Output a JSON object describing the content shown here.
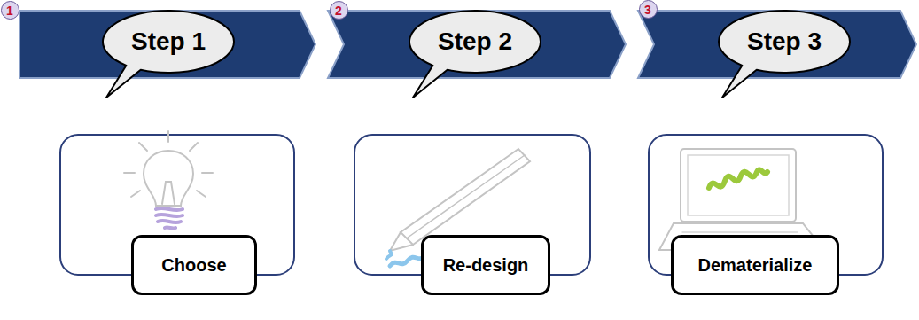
{
  "diagram": {
    "nodes": [
      {
        "text": [
          "1"
        ]
      },
      {
        "text": [
          "Step 1"
        ]
      },
      {
        "text": [
          "2"
        ]
      },
      {
        "text": [
          "Step 2"
        ]
      },
      {
        "text": [
          "3"
        ]
      },
      {
        "text": [
          "Step 3"
        ]
      },
      {
        "text": [
          "Choose"
        ]
      },
      {
        "text": [
          "Re-design"
        ]
      },
      {
        "text": [
          "Dematerialize"
        ]
      }
    ]
  }
}
